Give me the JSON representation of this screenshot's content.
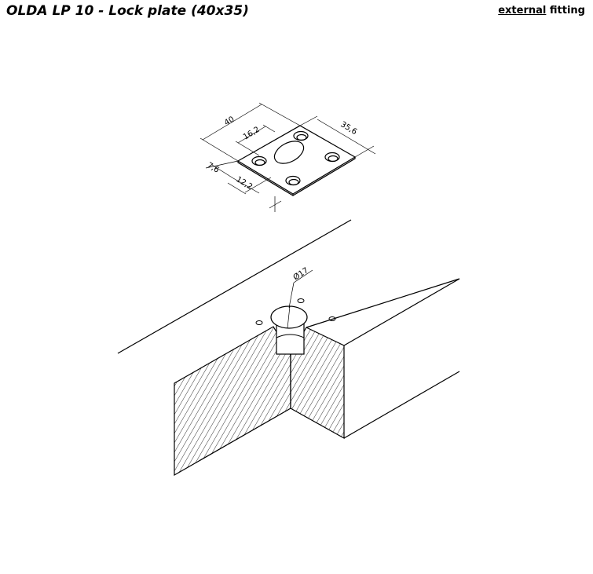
{
  "header": {
    "title": "OLDA LP 10 - Lock plate (40x35)",
    "fitting_type_emphasis": "external",
    "fitting_type_rest": "fitting"
  },
  "drawing": {
    "plate_dimensions": {
      "length": "40",
      "width": "35,6",
      "slot_offset": "16,2",
      "edge_offset": "7,6",
      "hole_offset": "12,2"
    },
    "bore_diameter": "Ø17"
  }
}
